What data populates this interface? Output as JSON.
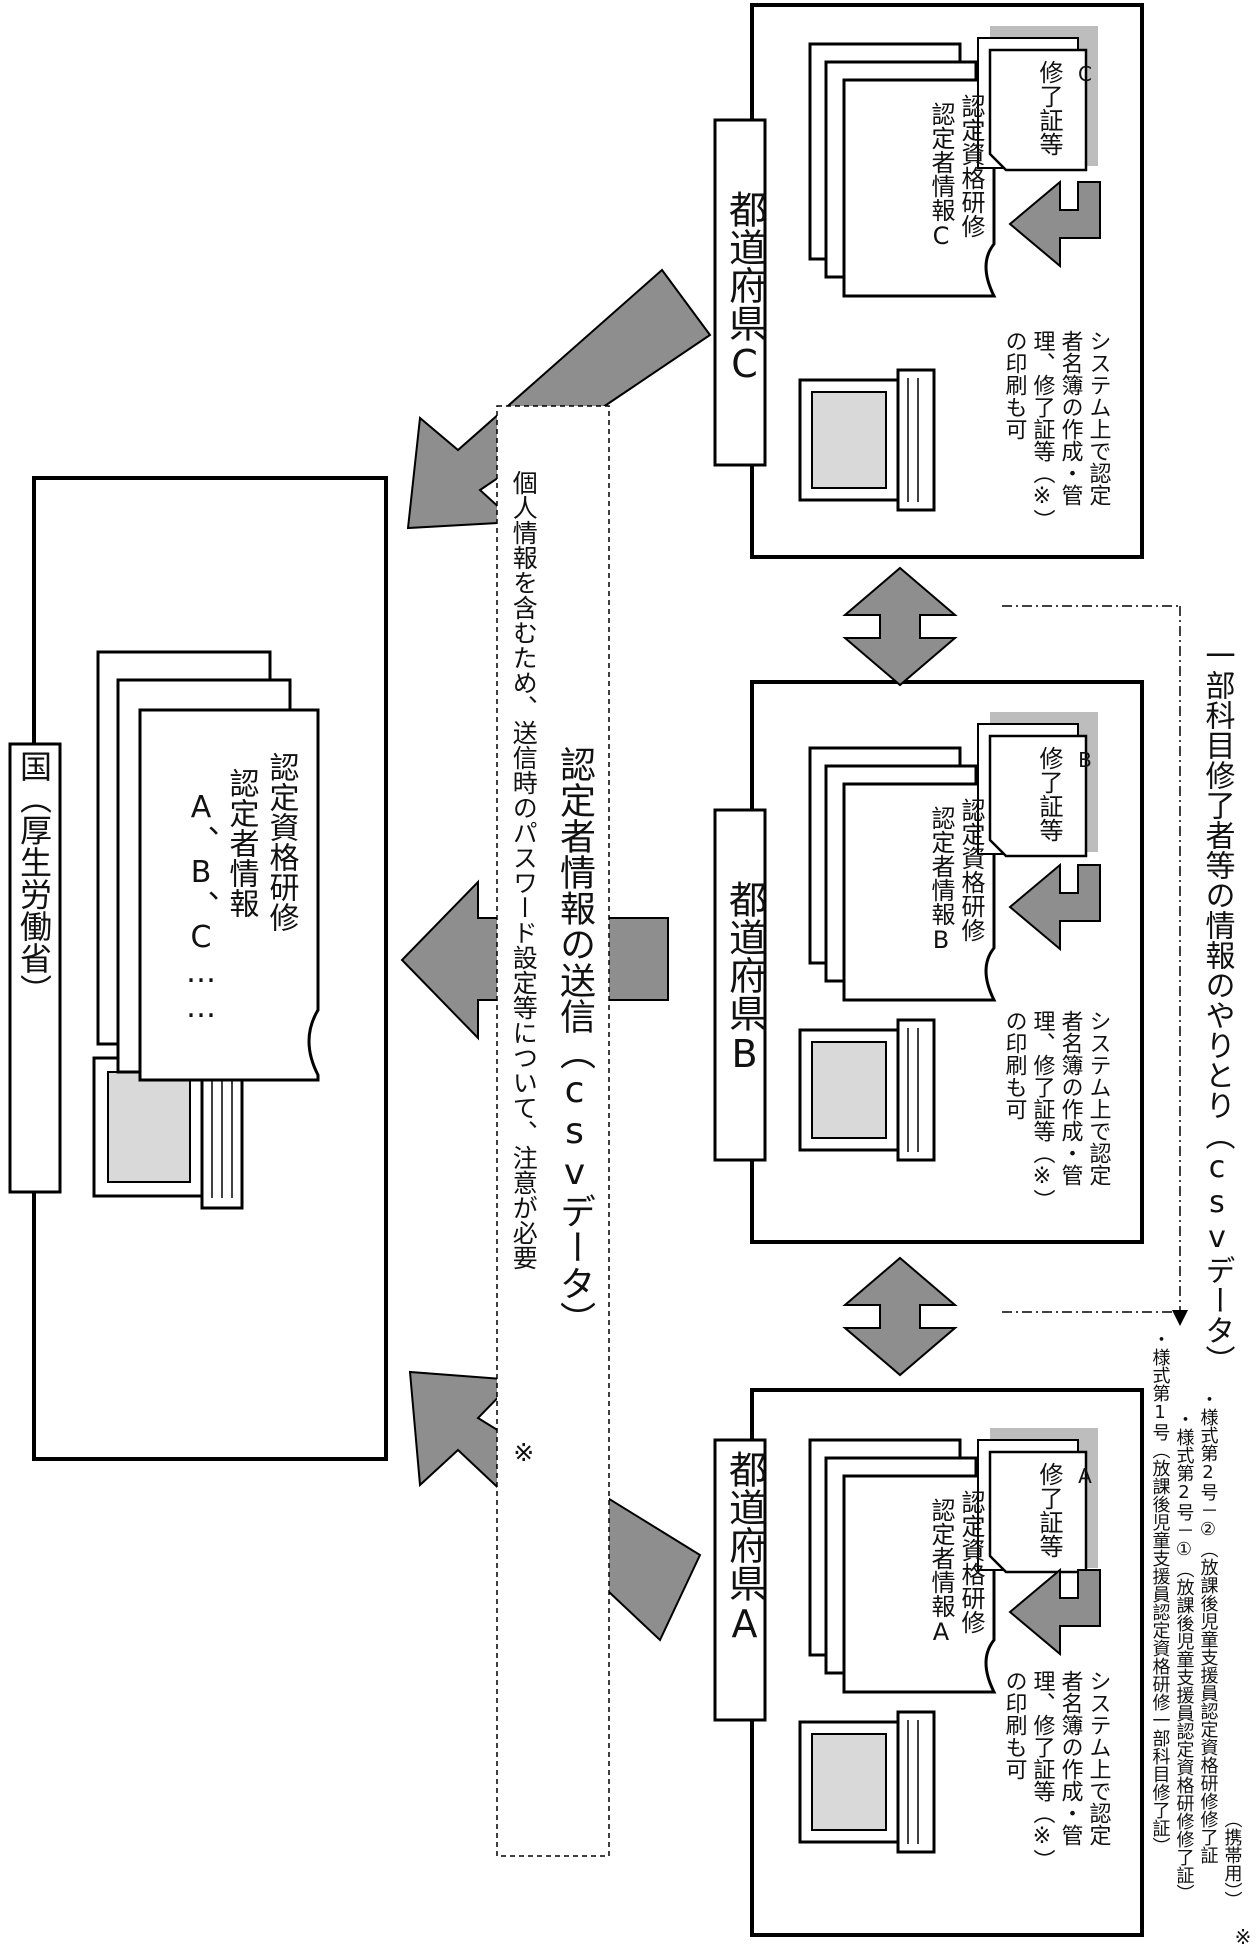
{
  "national": {
    "title": "国（厚生労働省）",
    "doc_lines": [
      "認定資格研修",
      "認定者情報",
      "A、B、C……"
    ]
  },
  "transmission": {
    "title": "認定者情報の送信（csvデータ）",
    "note_mark": "※",
    "note": "個人情報を含むため、送信時のパスワード設定等について、注意が必要"
  },
  "prefectures": [
    {
      "name": "都道府県A",
      "doc_lines": [
        "認定資格研修",
        "認定者情報A"
      ],
      "cert": "修了証等",
      "cert_tag": "A"
    },
    {
      "name": "都道府県B",
      "doc_lines": [
        "認定資格研修",
        "認定者情報B"
      ],
      "cert": "修了証等",
      "cert_tag": "B"
    },
    {
      "name": "都道府県C",
      "doc_lines": [
        "認定資格研修",
        "認定者情報C"
      ],
      "cert": "修了証等",
      "cert_tag": "C"
    }
  ],
  "system_note": [
    "システム上で認定",
    "者名簿の作成・管",
    "理、修了証等（※）",
    "の印刷も可"
  ],
  "exchange_label": "一部科目修了者等の情報のやりとり（csvデータ）",
  "footnote": {
    "mark": "※",
    "lines": [
      "・様式第1号（放課後児童支援員認定資格研修一部科目修了証）",
      "・様式第2号－①（放課後児童支援員認定資格研修修了証）",
      "・様式第2号－②（放課後児童支援員認定資格研修修了証",
      "（携帯用））"
    ]
  },
  "colors": {
    "arrow_fill": "#8e8e8e",
    "paper_shadow": "#bdbdbd",
    "screen": "#d9d9d9"
  }
}
